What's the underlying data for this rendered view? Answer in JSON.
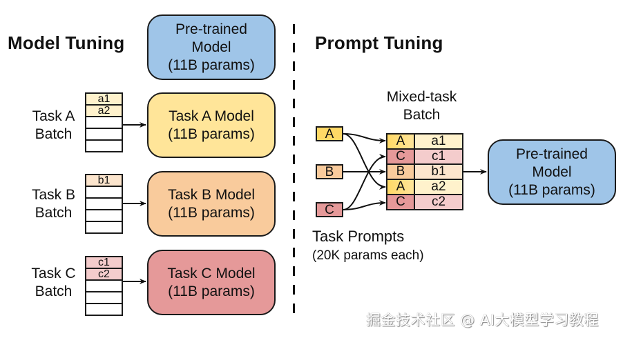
{
  "left": {
    "heading": "Model Tuning",
    "pretrained": {
      "line1": "Pre-trained",
      "line2": "Model",
      "line3": "(11B params)",
      "color": "#9fc5e8"
    },
    "tasks": [
      {
        "label1": "Task A",
        "label2": "Batch",
        "cells": [
          "a1",
          "a2",
          "",
          "",
          ""
        ],
        "cell_color": "#fff2cc",
        "model1": "Task A Model",
        "model2": "(11B params)",
        "model_color": "#ffe599"
      },
      {
        "label1": "Task B",
        "label2": "Batch",
        "cells": [
          "b1",
          "",
          "",
          "",
          ""
        ],
        "cell_color": "#fce5cd",
        "model1": "Task B Model",
        "model2": "(11B params)",
        "model_color": "#f9cb9c"
      },
      {
        "label1": "Task C",
        "label2": "Batch",
        "cells": [
          "c1",
          "c2",
          "",
          "",
          ""
        ],
        "cell_color": "#f4cccc",
        "model1": "Task C Model",
        "model2": "(11B params)",
        "model_color": "#e06666"
      }
    ]
  },
  "right": {
    "heading": "Prompt Tuning",
    "batch_title1": "Mixed-task",
    "batch_title2": "Batch",
    "prompts": [
      {
        "label": "A",
        "color": "#ffd966"
      },
      {
        "label": "B",
        "color": "#f6b26b"
      },
      {
        "label": "C",
        "color": "#e06666"
      }
    ],
    "rows": [
      {
        "prompt": "A",
        "example": "a1",
        "pcolor": "#ffd966",
        "ecolor": "#fff2cc"
      },
      {
        "prompt": "C",
        "example": "c1",
        "pcolor": "#e06666",
        "ecolor": "#f4cccc"
      },
      {
        "prompt": "B",
        "example": "b1",
        "pcolor": "#f6b26b",
        "ecolor": "#fce5cd"
      },
      {
        "prompt": "A",
        "example": "a2",
        "pcolor": "#ffd966",
        "ecolor": "#fff2cc"
      },
      {
        "prompt": "C",
        "example": "c2",
        "pcolor": "#e06666",
        "ecolor": "#f4cccc"
      }
    ],
    "pretrained": {
      "line1": "Pre-trained",
      "line2": "Model",
      "line3": "(11B params)",
      "color": "#9fc5e8"
    },
    "caption1": "Task Prompts",
    "caption2": "(20K params each)"
  },
  "watermark": "掘金技术社区 @ AI大模型学习教程"
}
